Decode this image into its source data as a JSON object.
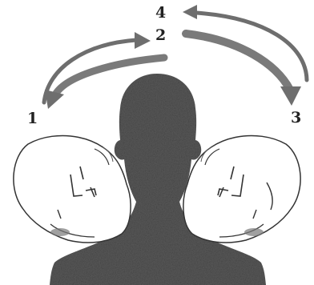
{
  "steps": [
    {
      "id": "1",
      "label": "1"
    },
    {
      "id": "2",
      "label": "2"
    },
    {
      "id": "3",
      "label": "3"
    },
    {
      "id": "4",
      "label": "4"
    }
  ],
  "colors": {
    "silhouette": "#5a5a5a",
    "arrow": "#6e6e6e",
    "outline": "#333333",
    "background": "#ffffff"
  },
  "icons": {
    "head": "head-silhouette-icon",
    "hand_left": "left-hand-outline-icon",
    "hand_right": "right-hand-outline-icon",
    "arrows": "curved-arrow-icon"
  }
}
